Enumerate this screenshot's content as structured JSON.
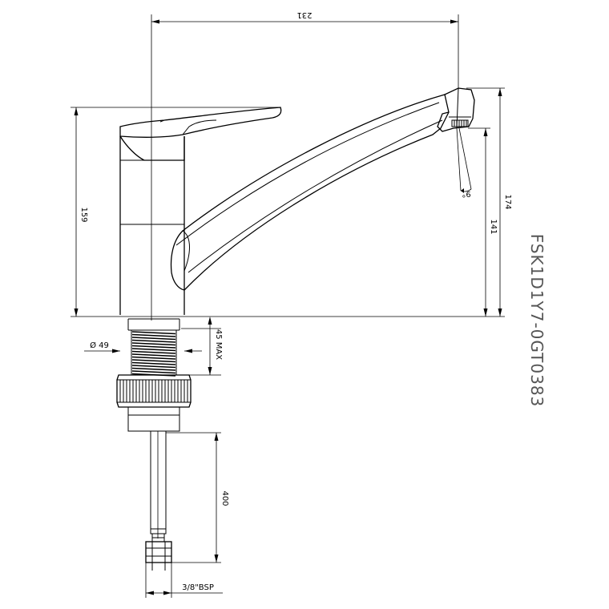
{
  "product_code": "FSK1D1Y7-0GT0383",
  "dimensions": {
    "spout_reach": "231",
    "body_height": "159",
    "total_height": "174",
    "spout_height": "141",
    "diameter": "Ø 49",
    "max_deck": "45 MAX",
    "hose_length": "400",
    "connector": "3/8\"BSP",
    "aerator_angle": "9°"
  }
}
